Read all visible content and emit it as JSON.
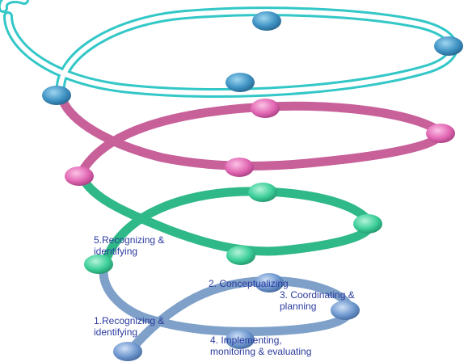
{
  "diagram": {
    "loop_colors": {
      "teal": "#33c7c7",
      "magenta": "#c8609a",
      "green": "#2fb888",
      "blue": "#7fa1c9"
    },
    "node_colors": {
      "teal": "#3f93c4",
      "magenta": "#e267b3",
      "green": "#3dcf9a",
      "blue": "#6f98cf"
    },
    "label_color": "#2a3a9e",
    "labels": {
      "step1": "1.Recognizing &\nidentifying",
      "step2": "2. Conceptualizing",
      "step3": "3. Coordinating &\nplanning",
      "step4": "4. Implementing,\nmonitoring & evaluating",
      "step5": "5.Recognizing &\nidentifying"
    }
  }
}
